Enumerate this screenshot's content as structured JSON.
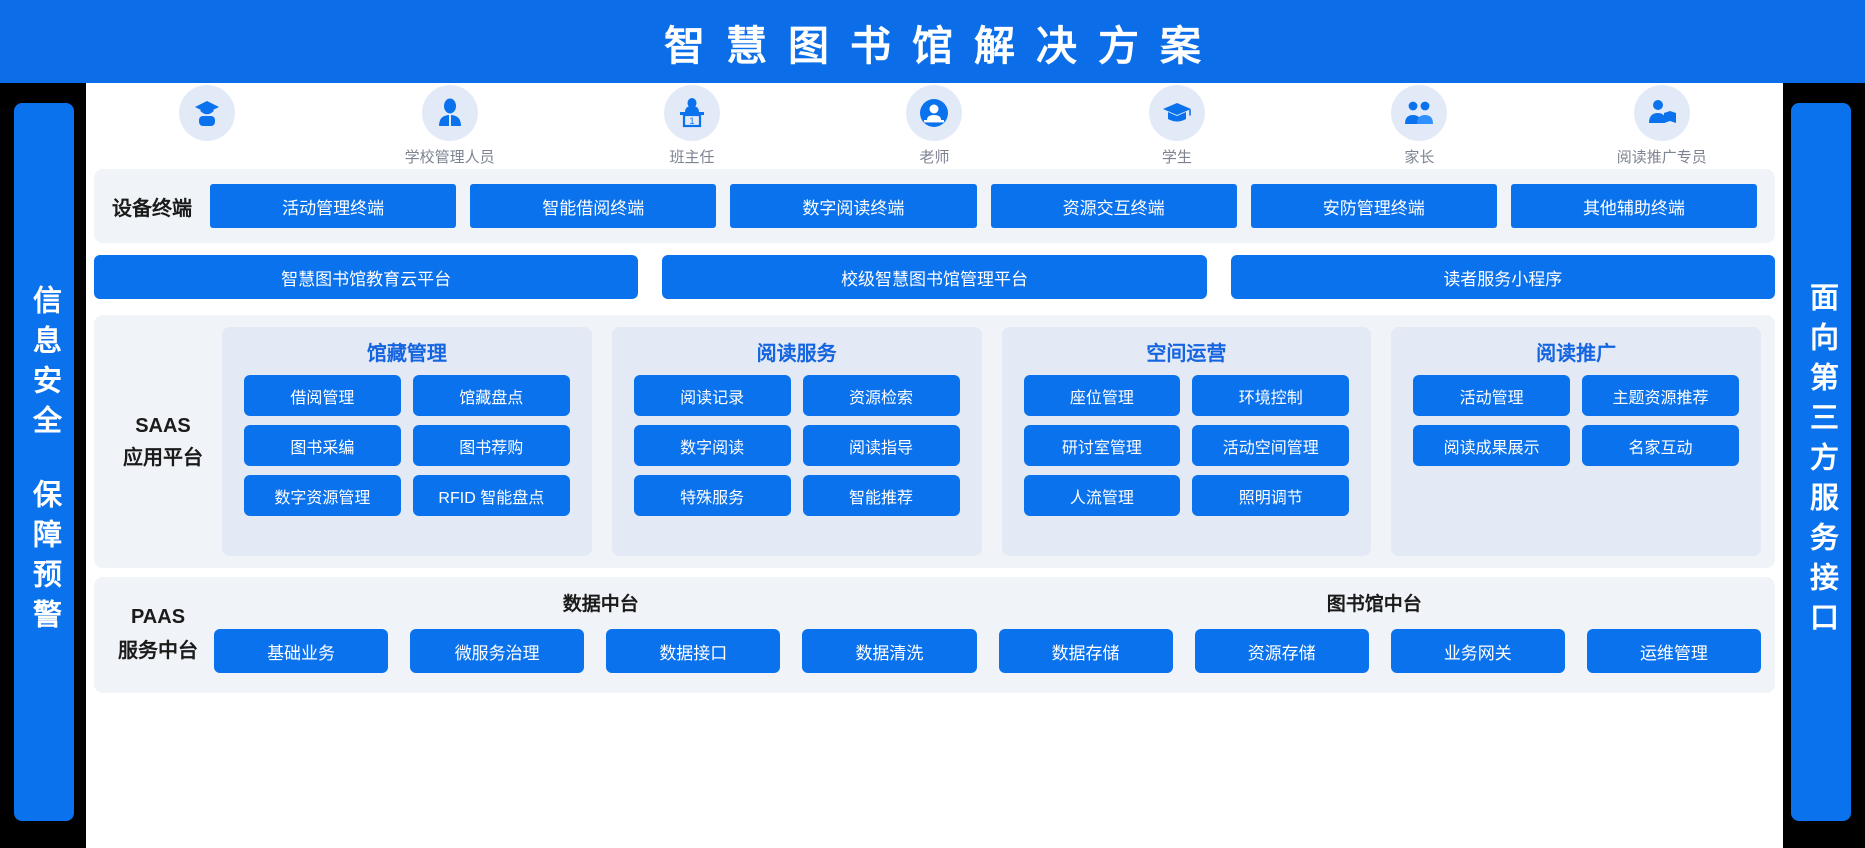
{
  "title": "智慧图书馆解决方案",
  "side_left": {
    "line1": "信息安全",
    "line2": "保障预警"
  },
  "side_right": {
    "line1": "面向第三方服务接口"
  },
  "roles": [
    {
      "icon": "graduate-person-icon",
      "label": ""
    },
    {
      "icon": "admin-person-icon",
      "label": "学校管理人员"
    },
    {
      "icon": "teacher-podium-icon",
      "label": "班主任"
    },
    {
      "icon": "teacher-avatar-icon",
      "label": "老师"
    },
    {
      "icon": "graduation-cap-icon",
      "label": "学生"
    },
    {
      "icon": "parents-icon",
      "label": "家长"
    },
    {
      "icon": "reading-promoter-icon",
      "label": "阅读推广专员"
    }
  ],
  "devices": {
    "label": "设备终端",
    "items": [
      "活动管理终端",
      "智能借阅终端",
      "数字阅读终端",
      "资源交互终端",
      "安防管理终端",
      "其他辅助终端"
    ]
  },
  "platforms": [
    "智慧图书馆教育云平台",
    "校级智慧图书馆管理平台",
    "读者服务小程序"
  ],
  "saas": {
    "label_line1": "SAAS",
    "label_line2": "应用平台",
    "columns": [
      {
        "title": "馆藏管理",
        "items": [
          "借阅管理",
          "馆藏盘点",
          "图书采编",
          "图书荐购",
          "数字资源管理",
          "RFID 智能盘点"
        ]
      },
      {
        "title": "阅读服务",
        "items": [
          "阅读记录",
          "资源检索",
          "数字阅读",
          "阅读指导",
          "特殊服务",
          "智能推荐"
        ]
      },
      {
        "title": "空间运营",
        "items": [
          "座位管理",
          "环境控制",
          "研讨室管理",
          "活动空间管理",
          "人流管理",
          "照明调节"
        ]
      },
      {
        "title": "阅读推广",
        "items": [
          "活动管理",
          "主题资源推荐",
          "阅读成果展示",
          "名家互动"
        ]
      }
    ]
  },
  "paas": {
    "label_line1": "PAAS",
    "label_line2": "服务中台",
    "headings": [
      "数据中台",
      "图书馆中台"
    ],
    "items": [
      "基础业务",
      "微服务治理",
      "数据接口",
      "数据清洗",
      "数据存储",
      "资源存储",
      "业务网关",
      "运维管理"
    ]
  },
  "colors": {
    "brand_blue": "#0b72ee",
    "banner_blue": "#0b6ee8",
    "panel_gray": "#f0f3f7",
    "card_gray": "#e3e9f5",
    "icon_bg": "#e3eaf7",
    "title_blue": "#1565e0",
    "label_gray": "#7d8491"
  }
}
